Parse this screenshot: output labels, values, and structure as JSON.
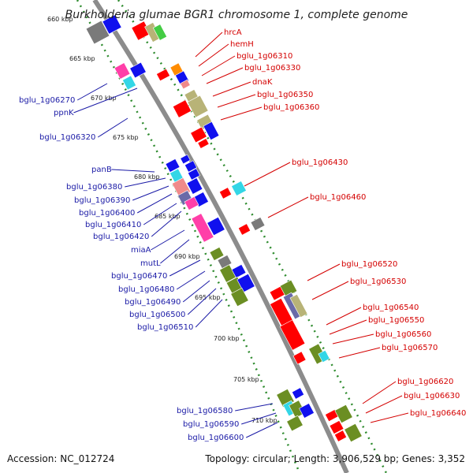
{
  "title": "Burkholderia glumae BGR1 chromosome 1, complete genome",
  "footer": {
    "accession": "Accession: NC_012724",
    "stats": "Topology: circular; Length: 3,906,529 bp; Genes: 3,352"
  },
  "colors": {
    "backbone": "#8c8c8c",
    "tick_dots": "#2e8b2e",
    "label_right": "#d40000",
    "label_left": "#1a1aa6",
    "gene_red": "#ff0000",
    "gene_blue": "#1010ee",
    "gene_olive": "#6b8e23",
    "gene_khaki": "#b8b377",
    "gene_magenta": "#ff3fa8",
    "gene_cyan": "#33d6e6",
    "gene_grey": "#7a7a7a",
    "gene_orange": "#ff8c00",
    "gene_green": "#44cc44",
    "gene_slate": "#6a6aa8",
    "gene_pink": "#f08a8a"
  },
  "ticks": [
    "660 kbp",
    "665 kbp",
    "670 kbp",
    "675 kbp",
    "680 kbp",
    "685 kbp",
    "690 kbp",
    "695 kbp",
    "700 kbp",
    "705 kbp",
    "710 kbp"
  ],
  "labels_right": [
    "hrcA",
    "hemH",
    "bglu_1g06310",
    "bglu_1g06330",
    "dnaK",
    "bglu_1g06350",
    "bglu_1g06360",
    "bglu_1g06430",
    "bglu_1g06460",
    "bglu_1g06520",
    "bglu_1g06530",
    "bglu_1g06540",
    "bglu_1g06550",
    "bglu_1g06560",
    "bglu_1g06570",
    "bglu_1g06620",
    "bglu_1g06630",
    "bglu_1g06640"
  ],
  "labels_left": [
    "bglu_1g06270",
    "ppnK",
    "bglu_1g06320",
    "panB",
    "bglu_1g06380",
    "bglu_1g06390",
    "bglu_1g06400",
    "bglu_1g06410",
    "bglu_1g06420",
    "miaA",
    "mutL",
    "bglu_1g06470",
    "bglu_1g06480",
    "bglu_1g06490",
    "bglu_1g06500",
    "bglu_1g06510",
    "bglu_1g06580",
    "bglu_1g06590",
    "bglu_1g06600"
  ]
}
